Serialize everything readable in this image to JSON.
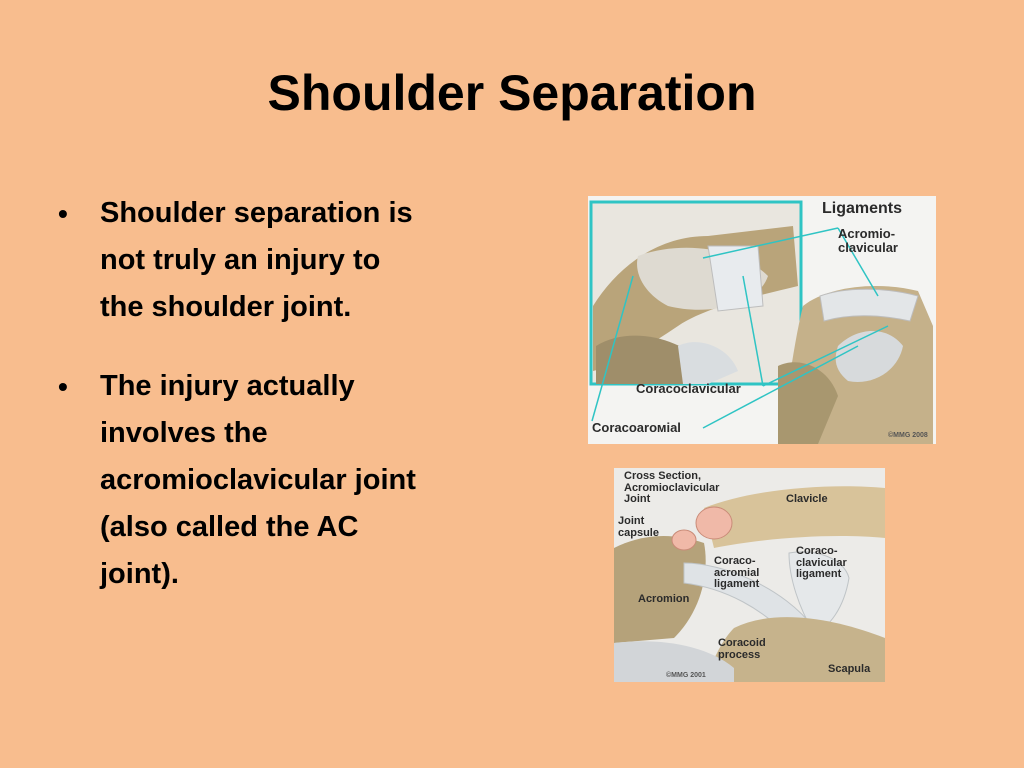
{
  "slide": {
    "title": "Shoulder Separation",
    "bullet_glyph": "•",
    "bullets": [
      "Shoulder separation is\nnot truly an injury to\nthe shoulder joint.",
      "The injury actually\ninvolves the\nacromioclavicular joint\n(also called the AC\njoint)."
    ]
  },
  "figure_top": {
    "heading": "Ligaments",
    "labels": {
      "acromioclavicular": "Acromio-\nclavicular",
      "coracoclavicular": "Coracoclavicular",
      "coracoacromial": "Coracoarомial",
      "copyright": "©MMG 2008"
    }
  },
  "figure_bottom": {
    "labels": {
      "cross_section": "Cross Section,\nAcromioclavicular\nJoint",
      "joint_capsule": "Joint\ncapsule",
      "clavicle": "Clavicle",
      "coraco_acromial": "Coraco-\nacromial\nligament",
      "coraco_clavicular": "Coraco-\nclavicular\nligament",
      "acromion": "Acromion",
      "coracoid": "Coracoid\nprocess",
      "scapula": "Scapula",
      "copyright": "©MMG 2001"
    }
  },
  "colors": {
    "background": "#f8bd8e",
    "leader_line": "#2fc4c4",
    "bone": "#c9b48f",
    "ligament": "#dfe3e6"
  }
}
